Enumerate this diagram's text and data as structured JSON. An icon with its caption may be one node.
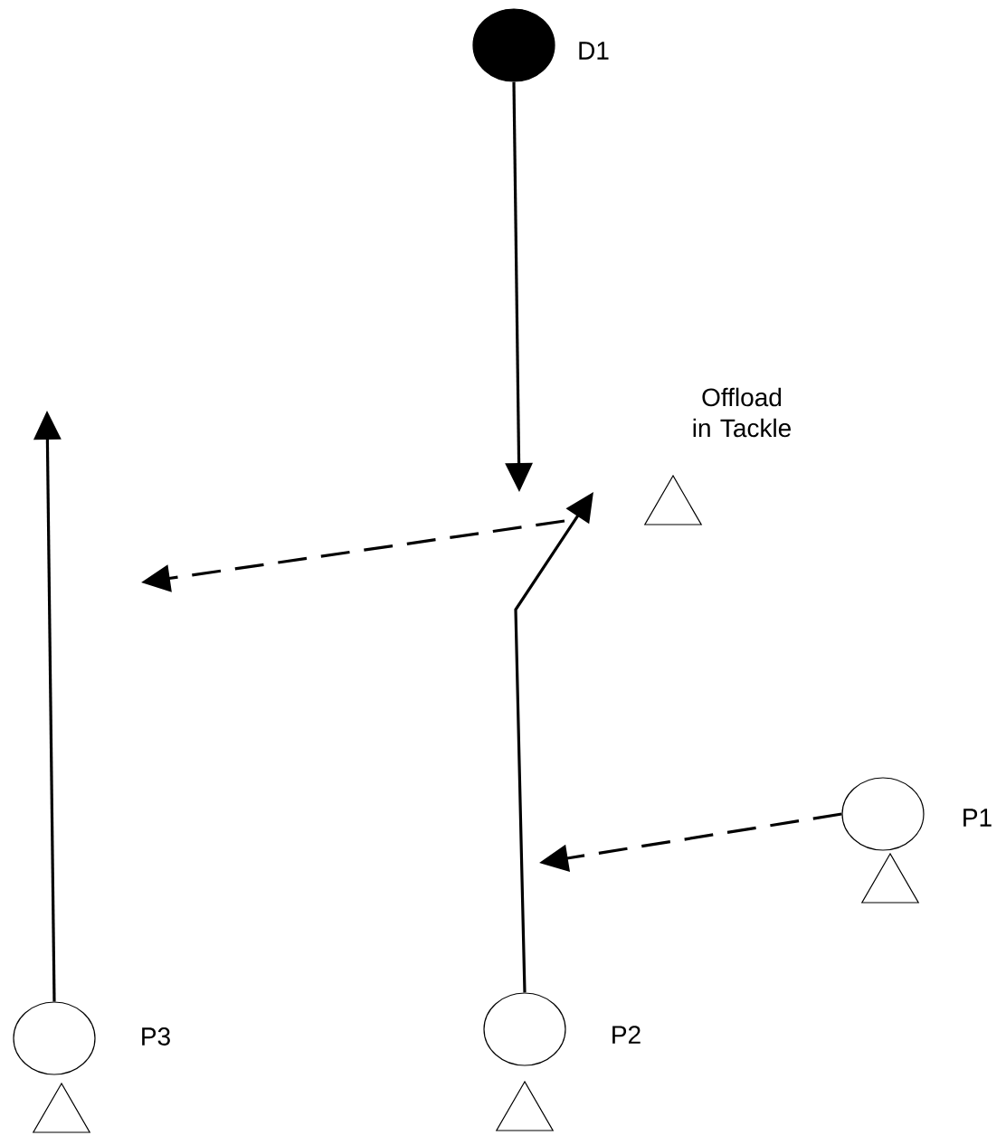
{
  "diagram": {
    "nodes": [
      {
        "text": [],
        "shape": "circle",
        "beside": [
          "D1"
        ]
      },
      {
        "text": [],
        "shape": "triangle",
        "beside": [
          "Offload in Tackle"
        ]
      },
      {
        "text": [],
        "shape": "circle",
        "beside": [
          "P1"
        ]
      },
      {
        "text": [],
        "shape": "triangle"
      },
      {
        "text": [],
        "shape": "circle",
        "beside": [
          "P3"
        ]
      },
      {
        "text": [],
        "shape": "circle",
        "beside": [
          "P2"
        ]
      },
      {
        "text": [],
        "shape": "triangle"
      },
      {
        "text": [],
        "shape": "triangle"
      }
    ],
    "edges": [
      {
        "from": 0,
        "to": null,
        "arrow": "to"
      },
      {
        "from": 5,
        "to": null,
        "arrow": "to"
      },
      {
        "from": 2,
        "to": null,
        "arrow": "to",
        "style": "dashed"
      },
      {
        "from": 4,
        "to": null,
        "arrow": "to"
      }
    ]
  }
}
